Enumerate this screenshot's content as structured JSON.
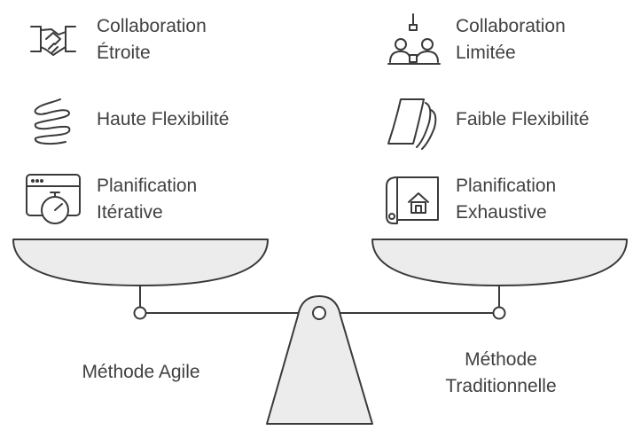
{
  "left": {
    "method": "Méthode Agile",
    "items": [
      {
        "line1": "Collaboration",
        "line2": "Étroite",
        "icon": "handshake-icon"
      },
      {
        "line1": "Haute Flexibilité",
        "line2": "",
        "icon": "spring-icon"
      },
      {
        "line1": "Planification",
        "line2": "Itérative",
        "icon": "stopwatch-window-icon"
      }
    ]
  },
  "right": {
    "method_line1": "Méthode",
    "method_line2": "Traditionnelle",
    "items": [
      {
        "line1": "Collaboration",
        "line2": "Limitée",
        "icon": "separated-people-icon"
      },
      {
        "line1": "Faible Flexibilité",
        "line2": "",
        "icon": "rigid-paper-icon"
      },
      {
        "line1": "Planification",
        "line2": "Exhaustive",
        "icon": "blueprint-icon"
      }
    ]
  },
  "colors": {
    "stroke": "#3a3a3a",
    "fill": "#ececec",
    "text": "#404040"
  }
}
